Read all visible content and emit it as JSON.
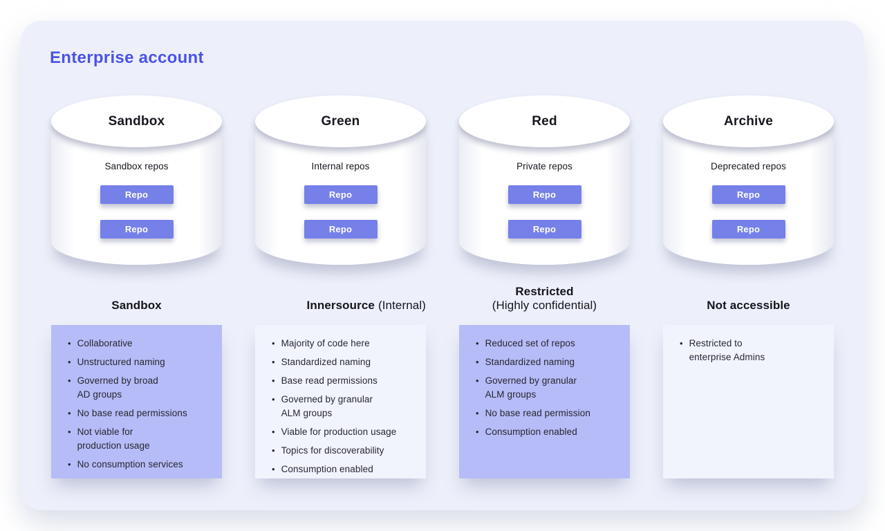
{
  "page": {
    "title": "Enterprise account"
  },
  "colors": {
    "accent": "#4a53e8",
    "repo_button": "#7580e8",
    "card_purple": "#b6bcf8",
    "card_light": "#f2f4fd",
    "canvas_background": "#edf0fa"
  },
  "columns": [
    {
      "cylinder_title": "Sandbox",
      "repos_label": "Sandbox repos",
      "repos": [
        "Repo",
        "Repo"
      ],
      "category": {
        "bold": "Sandbox",
        "normal": ""
      },
      "bullets": [
        "Collaborative",
        "Unstructured naming",
        "Governed by broad\nAD groups",
        "No base read permissions",
        "Not viable for\nproduction usage",
        "No consumption services"
      ]
    },
    {
      "cylinder_title": "Green",
      "repos_label": "Internal repos",
      "repos": [
        "Repo",
        "Repo"
      ],
      "category": {
        "bold": "Innersource",
        "normal": "(Internal)"
      },
      "bullets": [
        "Majority of code here",
        "Standardized naming",
        "Base read permissions",
        "Governed by granular\nALM groups",
        "Viable for production usage",
        "Topics for discoverability",
        "Consumption enabled"
      ]
    },
    {
      "cylinder_title": "Red",
      "repos_label": "Private repos",
      "repos": [
        "Repo",
        "Repo"
      ],
      "category": {
        "bold": "Restricted",
        "normal": "(Highly confidential)"
      },
      "bullets": [
        "Reduced set of repos",
        "Standardized naming",
        "Governed by granular\nALM groups",
        "No base read permission",
        "Consumption enabled"
      ]
    },
    {
      "cylinder_title": "Archive",
      "repos_label": "Deprecated repos",
      "repos": [
        "Repo",
        "Repo"
      ],
      "category": {
        "bold": "Not accessible",
        "normal": ""
      },
      "bullets": [
        "Restricted to\nenterprise Admins"
      ]
    }
  ]
}
